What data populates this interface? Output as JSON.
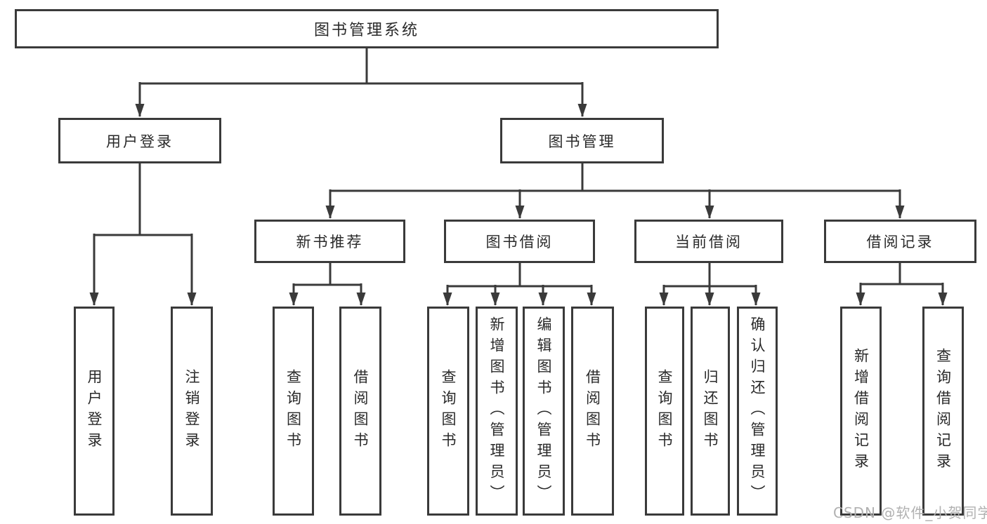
{
  "nodes": {
    "root": "图书管理系统",
    "user_login": "用户登录",
    "book_mgmt": "图书管理",
    "new_book_rec": "新书推荐",
    "book_borrow": "图书借阅",
    "current_borrow": "当前借阅",
    "borrow_record": "借阅记录",
    "leaf_user_login": "用户登录",
    "leaf_logout": "注销登录",
    "leaf_rec_query": "查询图书",
    "leaf_rec_borrow": "借阅图书",
    "leaf_bb_query": "查询图书",
    "leaf_bb_add": "新增图书（管理员）",
    "leaf_bb_edit": "编辑图书（管理员）",
    "leaf_bb_borrow": "借阅图书",
    "leaf_cb_query": "查询图书",
    "leaf_cb_return": "归还图书",
    "leaf_cb_confirm": "确认归还（管理员）",
    "leaf_br_add": "新增借阅记录",
    "leaf_br_query": "查询借阅记录"
  },
  "watermark": "CSDN @软件_小贺同学",
  "colors": {
    "line": "#3a3a3a",
    "text": "#2a2a2a",
    "watermark": "#b1b1b1",
    "background": "#ffffff"
  }
}
